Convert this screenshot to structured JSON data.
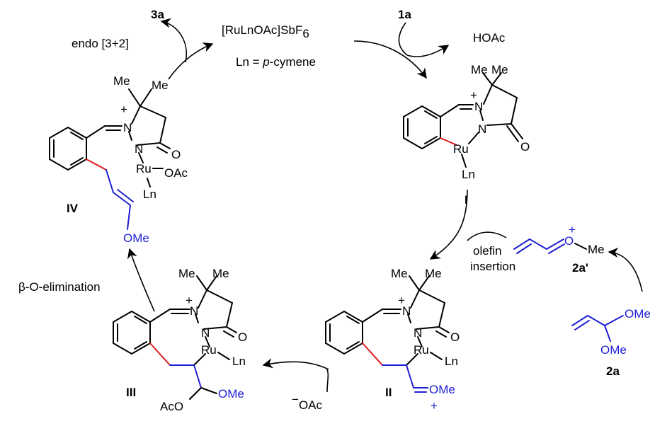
{
  "catalyst": {
    "formula_main": "[RuLnOAc]SbF",
    "formula_sub": "6",
    "ln_prefix": "Ln = ",
    "ln_name_italic": "p",
    "ln_name_rest": "-cymene"
  },
  "labels": {
    "reactant_1a": "1a",
    "product_3a": "3a",
    "byproduct_hoac": "HOAc",
    "endo_step": "endo [3+2]",
    "olefin_line1": "olefin",
    "olefin_line2": "insertion",
    "beta_elim": "β-O-elimination",
    "acetate_minus": "−",
    "acetate": "OAc"
  },
  "compounds": {
    "I": "I",
    "II": "II",
    "III": "III",
    "IV": "IV",
    "2a": "2a",
    "2a_prime": "2a'"
  },
  "atoms": {
    "me": "Me",
    "n": "N",
    "o": "O",
    "ru": "Ru",
    "ln": "Ln",
    "oac": "OAc",
    "ome": "OMe",
    "aco": "AcO",
    "plus": "+"
  },
  "colors": {
    "new_bond_red": "#e01b1b",
    "allyl_blue": "#1f1fd6",
    "ink": "#000000"
  }
}
